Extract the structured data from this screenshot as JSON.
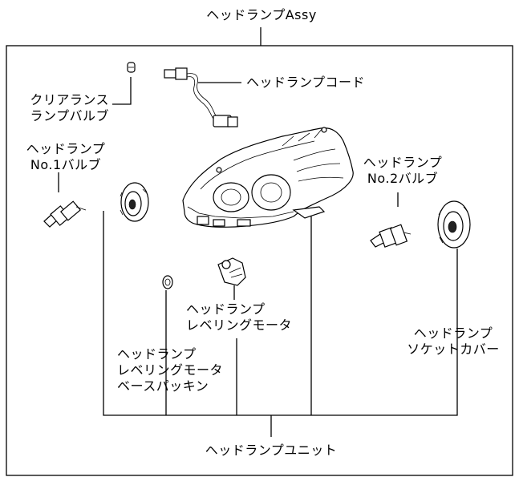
{
  "labels": {
    "headlamp_assy": "ヘッドランプAssy",
    "clearance_bulb": "クリアランス\nランプバルブ",
    "headlamp_cord": "ヘッドランプコード",
    "no1_bulb": "ヘッドランプ\nNo.1バルブ",
    "no2_bulb": "ヘッドランプ\nNo.2バルブ",
    "leveling_motor": "ヘッドランプ\nレベリングモータ",
    "leveling_packing": "ヘッドランプ\nレベリングモータ\nベースパッキン",
    "socket_cover": "ヘッドランプ\nソケットカバー",
    "headlamp_unit": "ヘッドランプユニット"
  }
}
